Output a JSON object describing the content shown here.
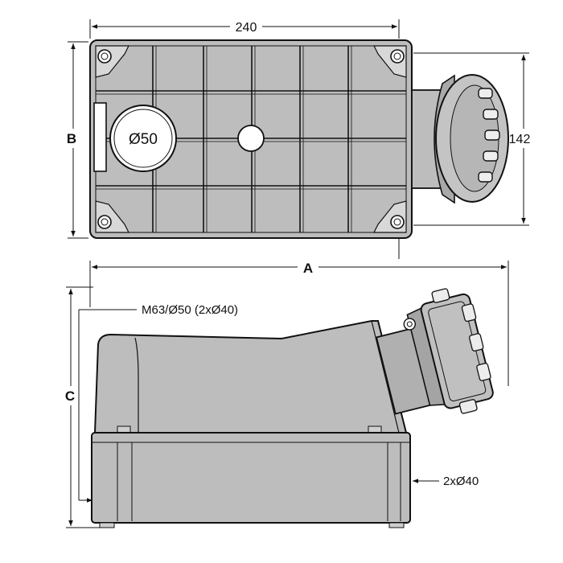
{
  "top_view": {
    "width_dimension": "240",
    "height_letter": "B",
    "right_dimension": "142",
    "gland_label": "Ø50"
  },
  "side_view": {
    "length_letter": "A",
    "height_letter": "C",
    "top_entry_label": "M63/Ø50 (2xØ40)",
    "side_entry_label": "2xØ40"
  },
  "colors": {
    "line": "#111111",
    "body_fill": "#bdbdbd",
    "socket_fill": "#b4b4b4",
    "hole_fill": "#ffffff"
  }
}
